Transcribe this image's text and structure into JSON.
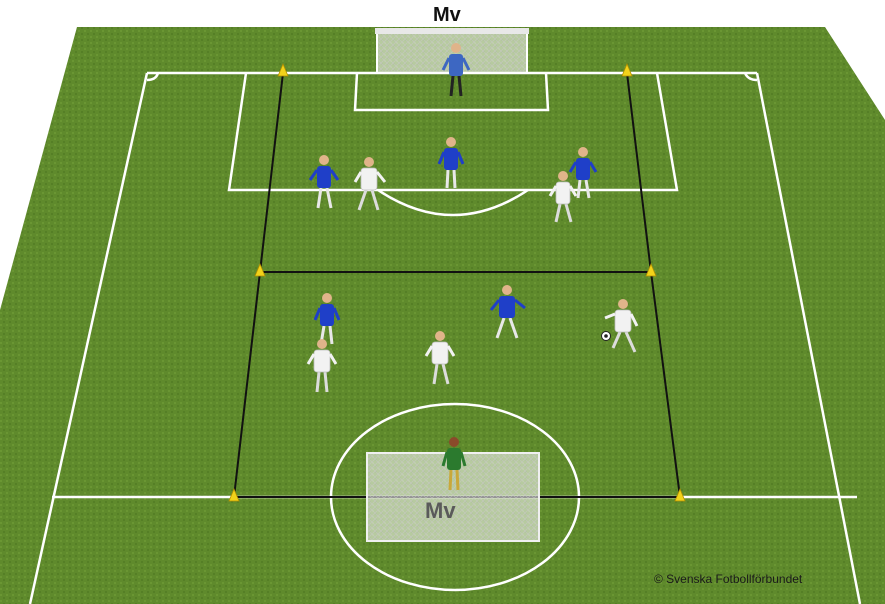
{
  "labels": {
    "top_goalkeeper": "Mv",
    "bottom_goalkeeper": "Mv",
    "copyright": "© Svenska Fotbollförbundet"
  },
  "colors": {
    "pitch": "#5f8a2c",
    "blue_team": "#1f3fc8",
    "white_team": "#f2f2f2",
    "cone": "#f2d21a",
    "goalkeeper_top": "#3d67c2",
    "goalkeeper_bottom": "#2b7a2e"
  }
}
